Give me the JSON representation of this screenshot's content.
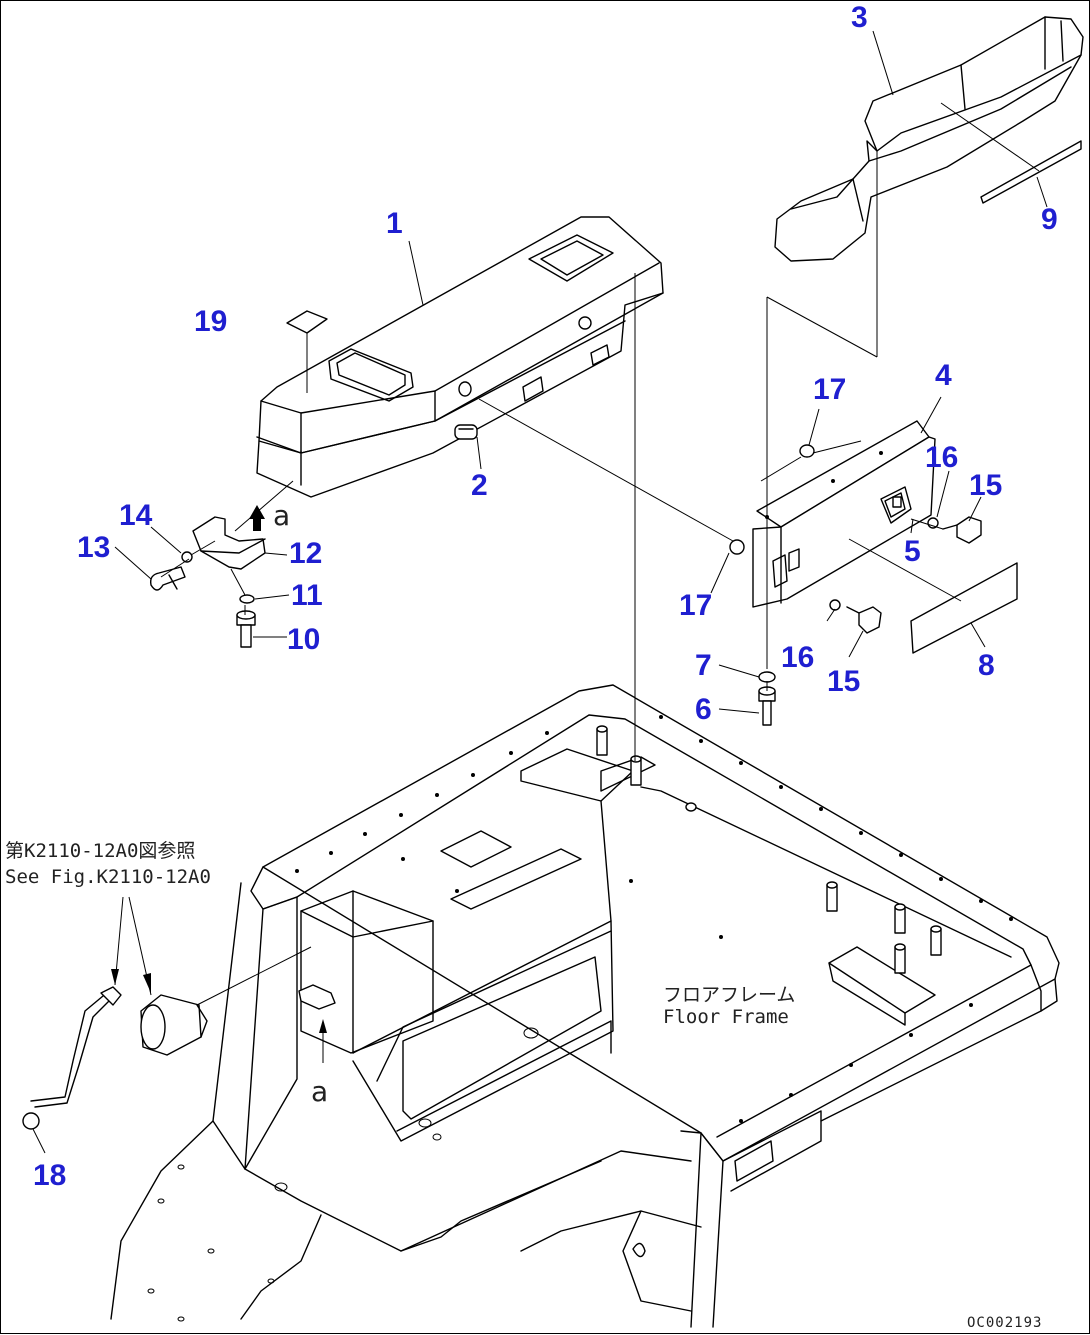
{
  "callouts": [
    {
      "id": "c1",
      "label": "1"
    },
    {
      "id": "c2",
      "label": "2"
    },
    {
      "id": "c3",
      "label": "3"
    },
    {
      "id": "c4",
      "label": "4"
    },
    {
      "id": "c5",
      "label": "5"
    },
    {
      "id": "c6",
      "label": "6"
    },
    {
      "id": "c7",
      "label": "7"
    },
    {
      "id": "c8",
      "label": "8"
    },
    {
      "id": "c9",
      "label": "9"
    },
    {
      "id": "c10",
      "label": "10"
    },
    {
      "id": "c11",
      "label": "11"
    },
    {
      "id": "c12",
      "label": "12"
    },
    {
      "id": "c13",
      "label": "13"
    },
    {
      "id": "c14",
      "label": "14"
    },
    {
      "id": "c15a",
      "label": "15"
    },
    {
      "id": "c15b",
      "label": "15"
    },
    {
      "id": "c16a",
      "label": "16"
    },
    {
      "id": "c16b",
      "label": "16"
    },
    {
      "id": "c17a",
      "label": "17"
    },
    {
      "id": "c17b",
      "label": "17"
    },
    {
      "id": "c18",
      "label": "18"
    },
    {
      "id": "c19",
      "label": "19"
    }
  ],
  "see_figure_note": {
    "japanese": "第K2110-12A0図参照",
    "english": "See Fig.K2110-12A0"
  },
  "floor_frame_label": {
    "japanese": "フロアフレーム",
    "english": "Floor Frame"
  },
  "detail_marks": {
    "top": "a",
    "bottom": "a"
  },
  "drawing_code": "OC002193"
}
